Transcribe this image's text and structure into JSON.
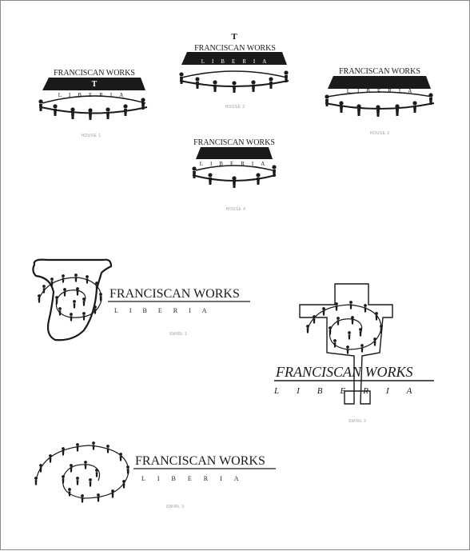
{
  "colors": {
    "ink": "#1a1a1a",
    "caption": "#9a9a9a",
    "frame": "#8a8a8a",
    "background": "#ffffff"
  },
  "brand": {
    "name": "FRANCISCAN WORKS",
    "subtitle": "LIBERIA",
    "subtitle_spaced": "L I B E R I A",
    "tau": "T"
  },
  "logos": [
    {
      "id": "house1",
      "caption": "HOUSE 1",
      "style": "house"
    },
    {
      "id": "house2",
      "caption": "HOUSE 2",
      "style": "house"
    },
    {
      "id": "house3",
      "caption": "HOUSE 3",
      "style": "house"
    },
    {
      "id": "house4",
      "caption": "HOUSE 4",
      "style": "house"
    },
    {
      "id": "swirl1",
      "caption": "SWIRL 1",
      "style": "swirl"
    },
    {
      "id": "swirl2",
      "caption": "SWIRL 2",
      "style": "swirl"
    },
    {
      "id": "swirl3",
      "caption": "SWIRL 3",
      "style": "swirl"
    }
  ],
  "icons": [
    "tau-cross-icon",
    "people-circle-icon",
    "people-swirl-icon"
  ]
}
